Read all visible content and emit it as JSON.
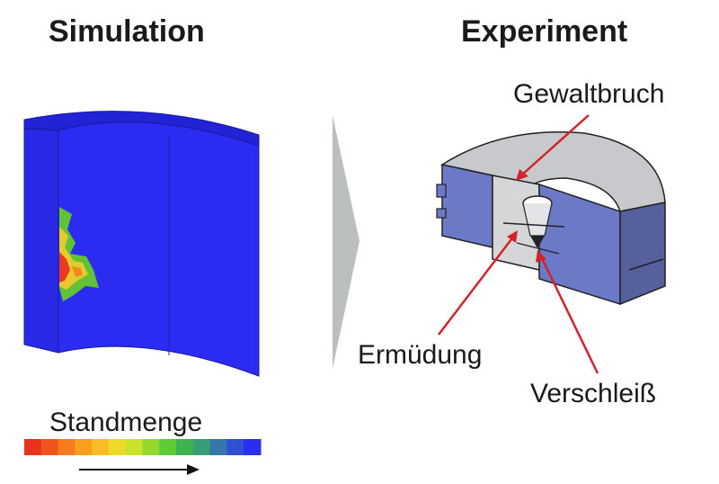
{
  "titles": {
    "simulation": "Simulation",
    "experiment": "Experiment"
  },
  "labels": {
    "gewaltbruch": "Gewaltbruch",
    "ermuedung": "Ermüdung",
    "verschleiss": "Verschleiß"
  },
  "legend": {
    "label": "Standmenge",
    "colors": [
      "#e8331f",
      "#f0531d",
      "#f57b1c",
      "#f89f1e",
      "#f7bd22",
      "#eedb27",
      "#c9e32a",
      "#93d82d",
      "#5ecb36",
      "#3fb34f",
      "#3a9b77",
      "#3677ab",
      "#2f4fd6",
      "#2a2ef0"
    ]
  },
  "colors": {
    "sim_block": "#2b2bf2",
    "arrow_gray": "#bcc0bd",
    "annotation_red": "#d2232a",
    "part_light": "#c7c9cc",
    "part_blue": "#6c79c7"
  }
}
